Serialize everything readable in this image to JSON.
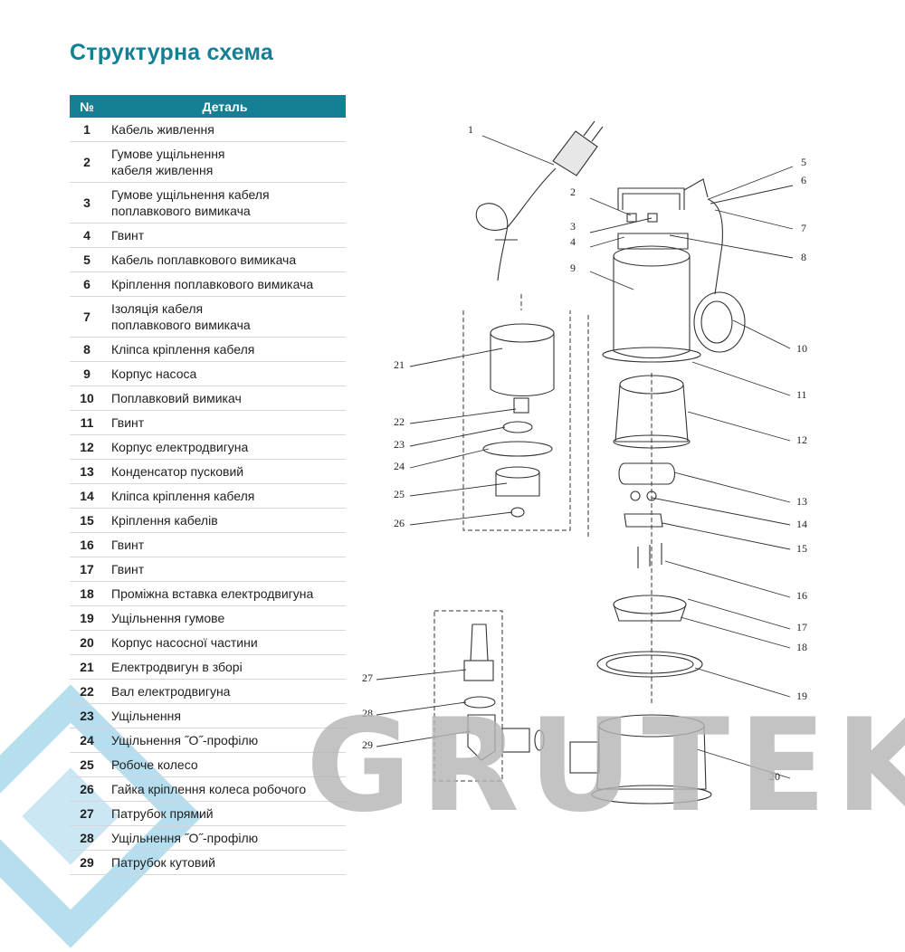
{
  "title": "Структурна схема",
  "table": {
    "headers": [
      "№",
      "Деталь"
    ],
    "rows": [
      {
        "num": "1",
        "lines": [
          "Кабель живлення"
        ]
      },
      {
        "num": "2",
        "lines": [
          "Гумове ущільнення",
          "кабеля живлення"
        ]
      },
      {
        "num": "3",
        "lines": [
          "Гумове ущільнення кабеля",
          "поплавкового вимикача"
        ]
      },
      {
        "num": "4",
        "lines": [
          "Гвинт"
        ]
      },
      {
        "num": "5",
        "lines": [
          "Кабель поплавкового вимикача"
        ]
      },
      {
        "num": "6",
        "lines": [
          "Кріплення поплавкового вимикача"
        ]
      },
      {
        "num": "7",
        "lines": [
          "Ізоляція кабеля",
          "поплавкового вимикача"
        ]
      },
      {
        "num": "8",
        "lines": [
          "Кліпса кріплення кабеля"
        ]
      },
      {
        "num": "9",
        "lines": [
          "Корпус насоса"
        ]
      },
      {
        "num": "10",
        "lines": [
          "Поплавковий вимикач"
        ]
      },
      {
        "num": "11",
        "lines": [
          "Гвинт"
        ]
      },
      {
        "num": "12",
        "lines": [
          "Корпус електродвигуна"
        ]
      },
      {
        "num": "13",
        "lines": [
          "Конденсатор пусковий"
        ]
      },
      {
        "num": "14",
        "lines": [
          "Кліпса кріплення кабеля"
        ]
      },
      {
        "num": "15",
        "lines": [
          "Кріплення кабелів"
        ]
      },
      {
        "num": "16",
        "lines": [
          "Гвинт"
        ]
      },
      {
        "num": "17",
        "lines": [
          "Гвинт"
        ]
      },
      {
        "num": "18",
        "lines": [
          "Проміжна вставка електродвигуна"
        ]
      },
      {
        "num": "19",
        "lines": [
          "Ущільнення гумове"
        ]
      },
      {
        "num": "20",
        "lines": [
          "Корпус насосної частини"
        ]
      },
      {
        "num": "21",
        "lines": [
          "Електродвигун в зборі"
        ]
      },
      {
        "num": "22",
        "lines": [
          "Вал електродвигуна"
        ]
      },
      {
        "num": "23",
        "lines": [
          "Ущільнення"
        ]
      },
      {
        "num": "24",
        "lines": [
          "Ущільнення ˝О˝-профілю"
        ]
      },
      {
        "num": "25",
        "lines": [
          "Робоче колесо"
        ]
      },
      {
        "num": "26",
        "lines": [
          "Гайка кріплення колеса робочого"
        ]
      },
      {
        "num": "27",
        "lines": [
          "Патрубок прямий"
        ]
      },
      {
        "num": "28",
        "lines": [
          "Ущільнення ˝О˝-профілю"
        ]
      },
      {
        "num": "29",
        "lines": [
          "Патрубок кутовий"
        ]
      }
    ]
  },
  "diagram": {
    "labels": [
      "1",
      "2",
      "3",
      "4",
      "5",
      "6",
      "7",
      "8",
      "9",
      "10",
      "11",
      "12",
      "13",
      "14",
      "15",
      "16",
      "17",
      "18",
      "19",
      "20",
      "21",
      "22",
      "23",
      "24",
      "25",
      "26",
      "27",
      "28",
      "29"
    ]
  },
  "watermark": {
    "brand": "GRUTEK",
    "diamond_icon": "grutek-diamond-logo-icon"
  },
  "colors": {
    "accent": "#157f94",
    "watermark_blue": "#9fd3ea",
    "watermark_gray": "#b6b6b6"
  }
}
